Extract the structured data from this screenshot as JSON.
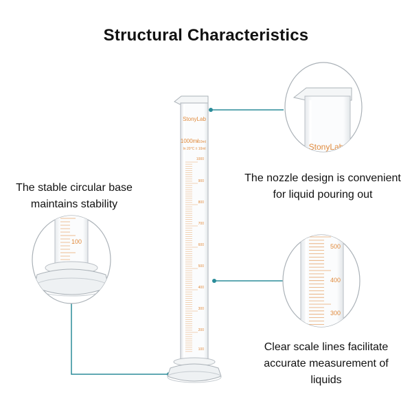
{
  "title": "Structural Characteristics",
  "brand": "StonyLab",
  "cylinder": {
    "capacity_label": "1000ml",
    "tolerance_label": "±10ml",
    "temp_label": "In 20°C ± 10ml",
    "scale_top": "1000",
    "scale_labels": [
      "900",
      "800",
      "700",
      "600",
      "500",
      "400",
      "300",
      "200",
      "100"
    ]
  },
  "callouts": {
    "base": {
      "lines": [
        "The stable circular base",
        "maintains stability"
      ],
      "scale_label": "100"
    },
    "nozzle": {
      "lines": [
        "The nozzle design is convenient",
        "for liquid pouring out"
      ],
      "brand": "StonyLab"
    },
    "scale": {
      "lines": [
        "Clear scale lines facilitate",
        "accurate measurement of",
        "liquids"
      ],
      "scale_labels": [
        "500",
        "400",
        "300"
      ]
    }
  },
  "colors": {
    "accent_line": "#2a8c99",
    "scale_orange": "#e08a3c",
    "glass": "#b8bec4"
  }
}
